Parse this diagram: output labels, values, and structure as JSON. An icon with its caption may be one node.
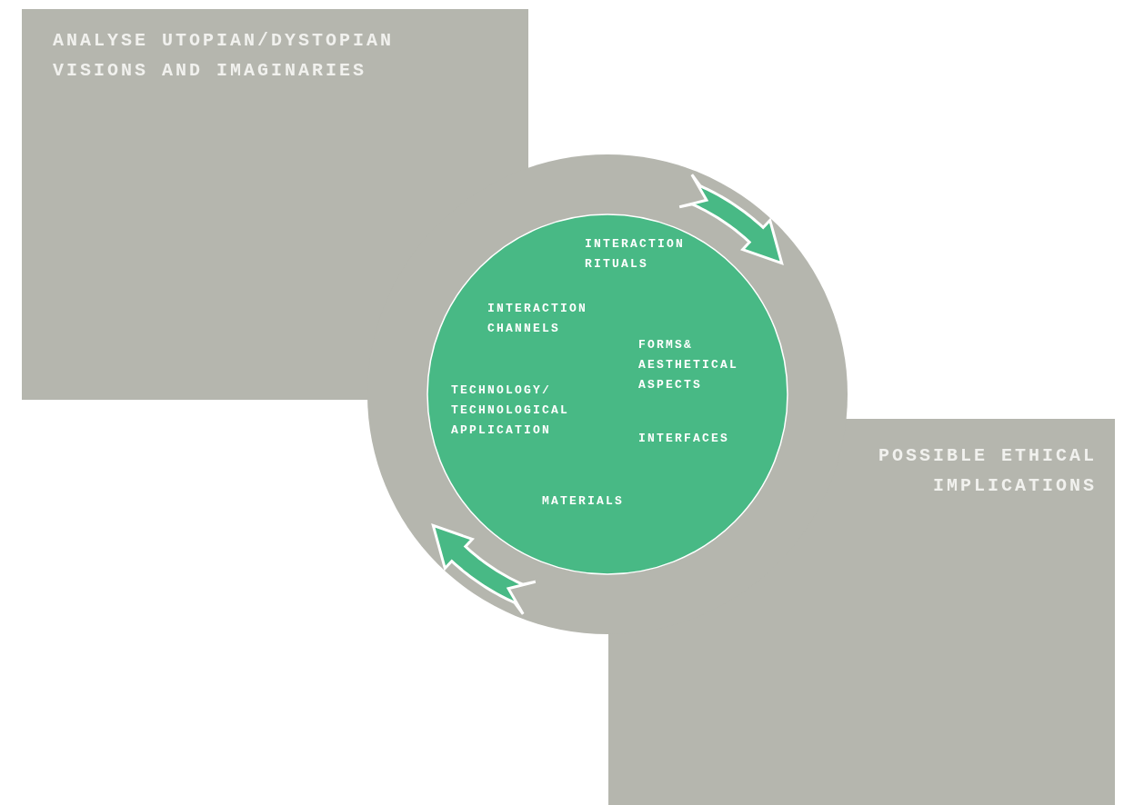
{
  "diagram": {
    "nodes": [
      {
        "text": [
          "ANALYSE UTOPIAN/DYSTOPIAN VISIONS AND IMAGINARIES"
        ]
      },
      {
        "text": [],
        "shape": "circle"
      },
      {
        "text": [
          "INTERACTION RITUALS",
          "INTERACTION CHANNELS",
          "FORMS& AESTHETICAL ASPECTS",
          "TECHNOLOGY/ TECHNOLOGICAL APPLICATION",
          "INTERFACES",
          "MATERIALS"
        ],
        "in": 1
      },
      {
        "text": [
          "POSSIBLE ETHICAL IMPLICATIONS"
        ]
      }
    ]
  }
}
